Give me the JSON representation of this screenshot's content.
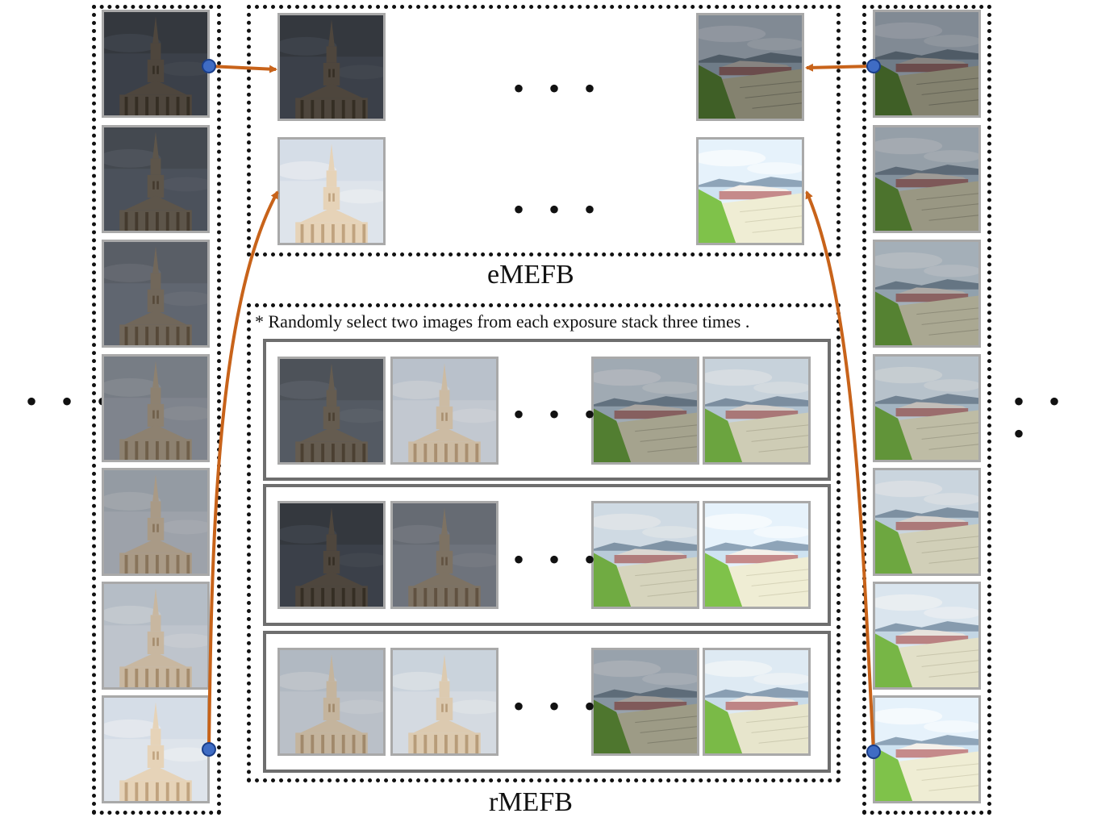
{
  "labels": {
    "emefb": "eMEFB",
    "rmefb": "rMEFB",
    "note": "* Randomly select two images from each exposure stack three times .",
    "ellipsis": "• • •"
  },
  "stacks": {
    "left": {
      "scene": "church",
      "exposures": [
        0.18,
        0.26,
        0.36,
        0.5,
        0.64,
        0.8,
        0.95
      ]
    },
    "right": {
      "scene": "lake",
      "exposures": [
        0.35,
        0.48,
        0.58,
        0.7,
        0.82,
        0.92,
        1.0
      ]
    }
  },
  "emefb_rows": [
    {
      "left": {
        "scene": "church",
        "exposure": 0.18
      },
      "right": {
        "scene": "lake",
        "exposure": 0.35
      }
    },
    {
      "left": {
        "scene": "church",
        "exposure": 0.95
      },
      "right": {
        "scene": "lake",
        "exposure": 1.0
      }
    }
  ],
  "rmefb_rows": [
    {
      "images": [
        {
          "scene": "church",
          "exposure": 0.3
        },
        {
          "scene": "church",
          "exposure": 0.82
        },
        {
          "scene": "lake",
          "exposure": 0.55
        },
        {
          "scene": "lake",
          "exposure": 0.8
        }
      ]
    },
    {
      "images": [
        {
          "scene": "church",
          "exposure": 0.18
        },
        {
          "scene": "church",
          "exposure": 0.42
        },
        {
          "scene": "lake",
          "exposure": 0.85
        },
        {
          "scene": "lake",
          "exposure": 1.0
        }
      ]
    },
    {
      "images": [
        {
          "scene": "church",
          "exposure": 0.78
        },
        {
          "scene": "church",
          "exposure": 0.9
        },
        {
          "scene": "lake",
          "exposure": 0.5
        },
        {
          "scene": "lake",
          "exposure": 0.95
        }
      ]
    }
  ],
  "colors": {
    "arrow": "#c8631a",
    "dot": "#3f6cc4",
    "dot_stroke": "#1b3f8a"
  },
  "icons": {
    "arrow": "orange-arrow",
    "dot": "blue-source-dot"
  }
}
